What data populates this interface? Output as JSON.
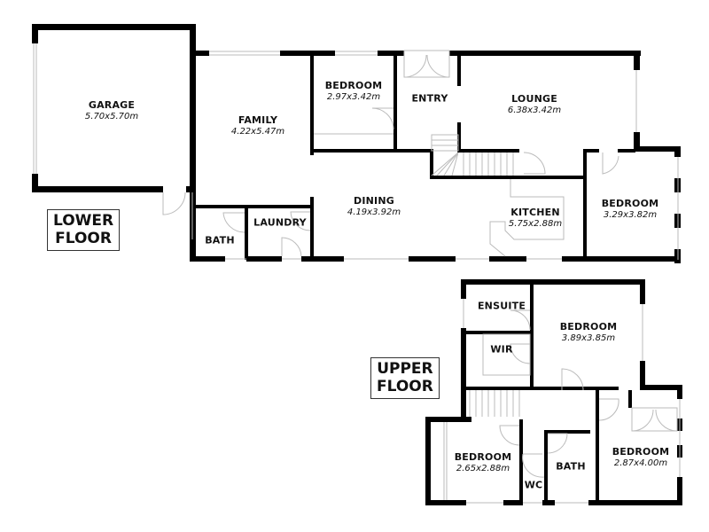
{
  "floors": [
    {
      "label_line1": "LOWER",
      "label_line2": "FLOOR",
      "rooms": [
        {
          "name": "GARAGE",
          "dims": "5.70x5.70m"
        },
        {
          "name": "FAMILY",
          "dims": "4.22x5.47m"
        },
        {
          "name": "BEDROOM",
          "dims": "2.97x3.42m"
        },
        {
          "name": "ENTRY",
          "dims": ""
        },
        {
          "name": "LOUNGE",
          "dims": "6.38x3.42m"
        },
        {
          "name": "DINING",
          "dims": "4.19x3.92m"
        },
        {
          "name": "KITCHEN",
          "dims": "5.75x2.88m"
        },
        {
          "name": "BEDROOM",
          "dims": "3.29x3.82m"
        },
        {
          "name": "BATH",
          "dims": ""
        },
        {
          "name": "LAUNDRY",
          "dims": ""
        }
      ]
    },
    {
      "label_line1": "UPPER",
      "label_line2": "FLOOR",
      "rooms": [
        {
          "name": "ENSUITE",
          "dims": ""
        },
        {
          "name": "WIR",
          "dims": ""
        },
        {
          "name": "BEDROOM",
          "dims": "3.89x3.85m"
        },
        {
          "name": "BEDROOM",
          "dims": "2.65x2.88m"
        },
        {
          "name": "WC",
          "dims": ""
        },
        {
          "name": "BATH",
          "dims": ""
        },
        {
          "name": "BEDROOM",
          "dims": "2.87x4.00m"
        }
      ]
    }
  ],
  "colors": {
    "wall": "#000000",
    "fixture": "#bbbbbb",
    "background": "#ffffff"
  }
}
